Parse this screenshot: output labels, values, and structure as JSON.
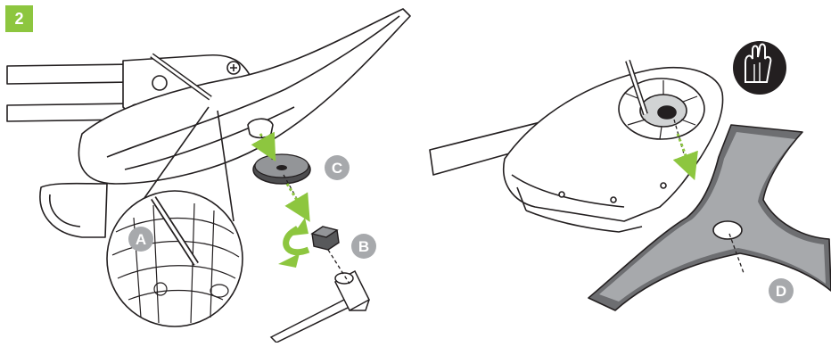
{
  "step": {
    "number": "2",
    "accent_color": "#8dc63f"
  },
  "callouts": {
    "a": "A",
    "b": "B",
    "c": "C",
    "d": "D"
  },
  "icons": {
    "gloves": "gloves-icon",
    "rotate_arrow": "rotate-arrow-icon",
    "insert_arrow": "down-arrow-icon"
  },
  "colors": {
    "callout_circle": "#a7a9ac",
    "arrow_green": "#8dc63f",
    "line": "#231f20",
    "blade_fill": "#6d6e71"
  }
}
